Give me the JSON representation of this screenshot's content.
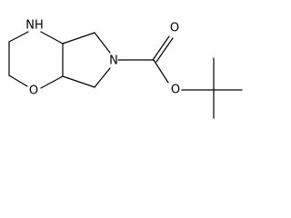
{
  "molecule": {
    "atoms": {
      "amine_nh": "NH",
      "ring_n": "N",
      "ring_o": "O",
      "carbonyl_o": "O",
      "ester_o": "O"
    }
  }
}
